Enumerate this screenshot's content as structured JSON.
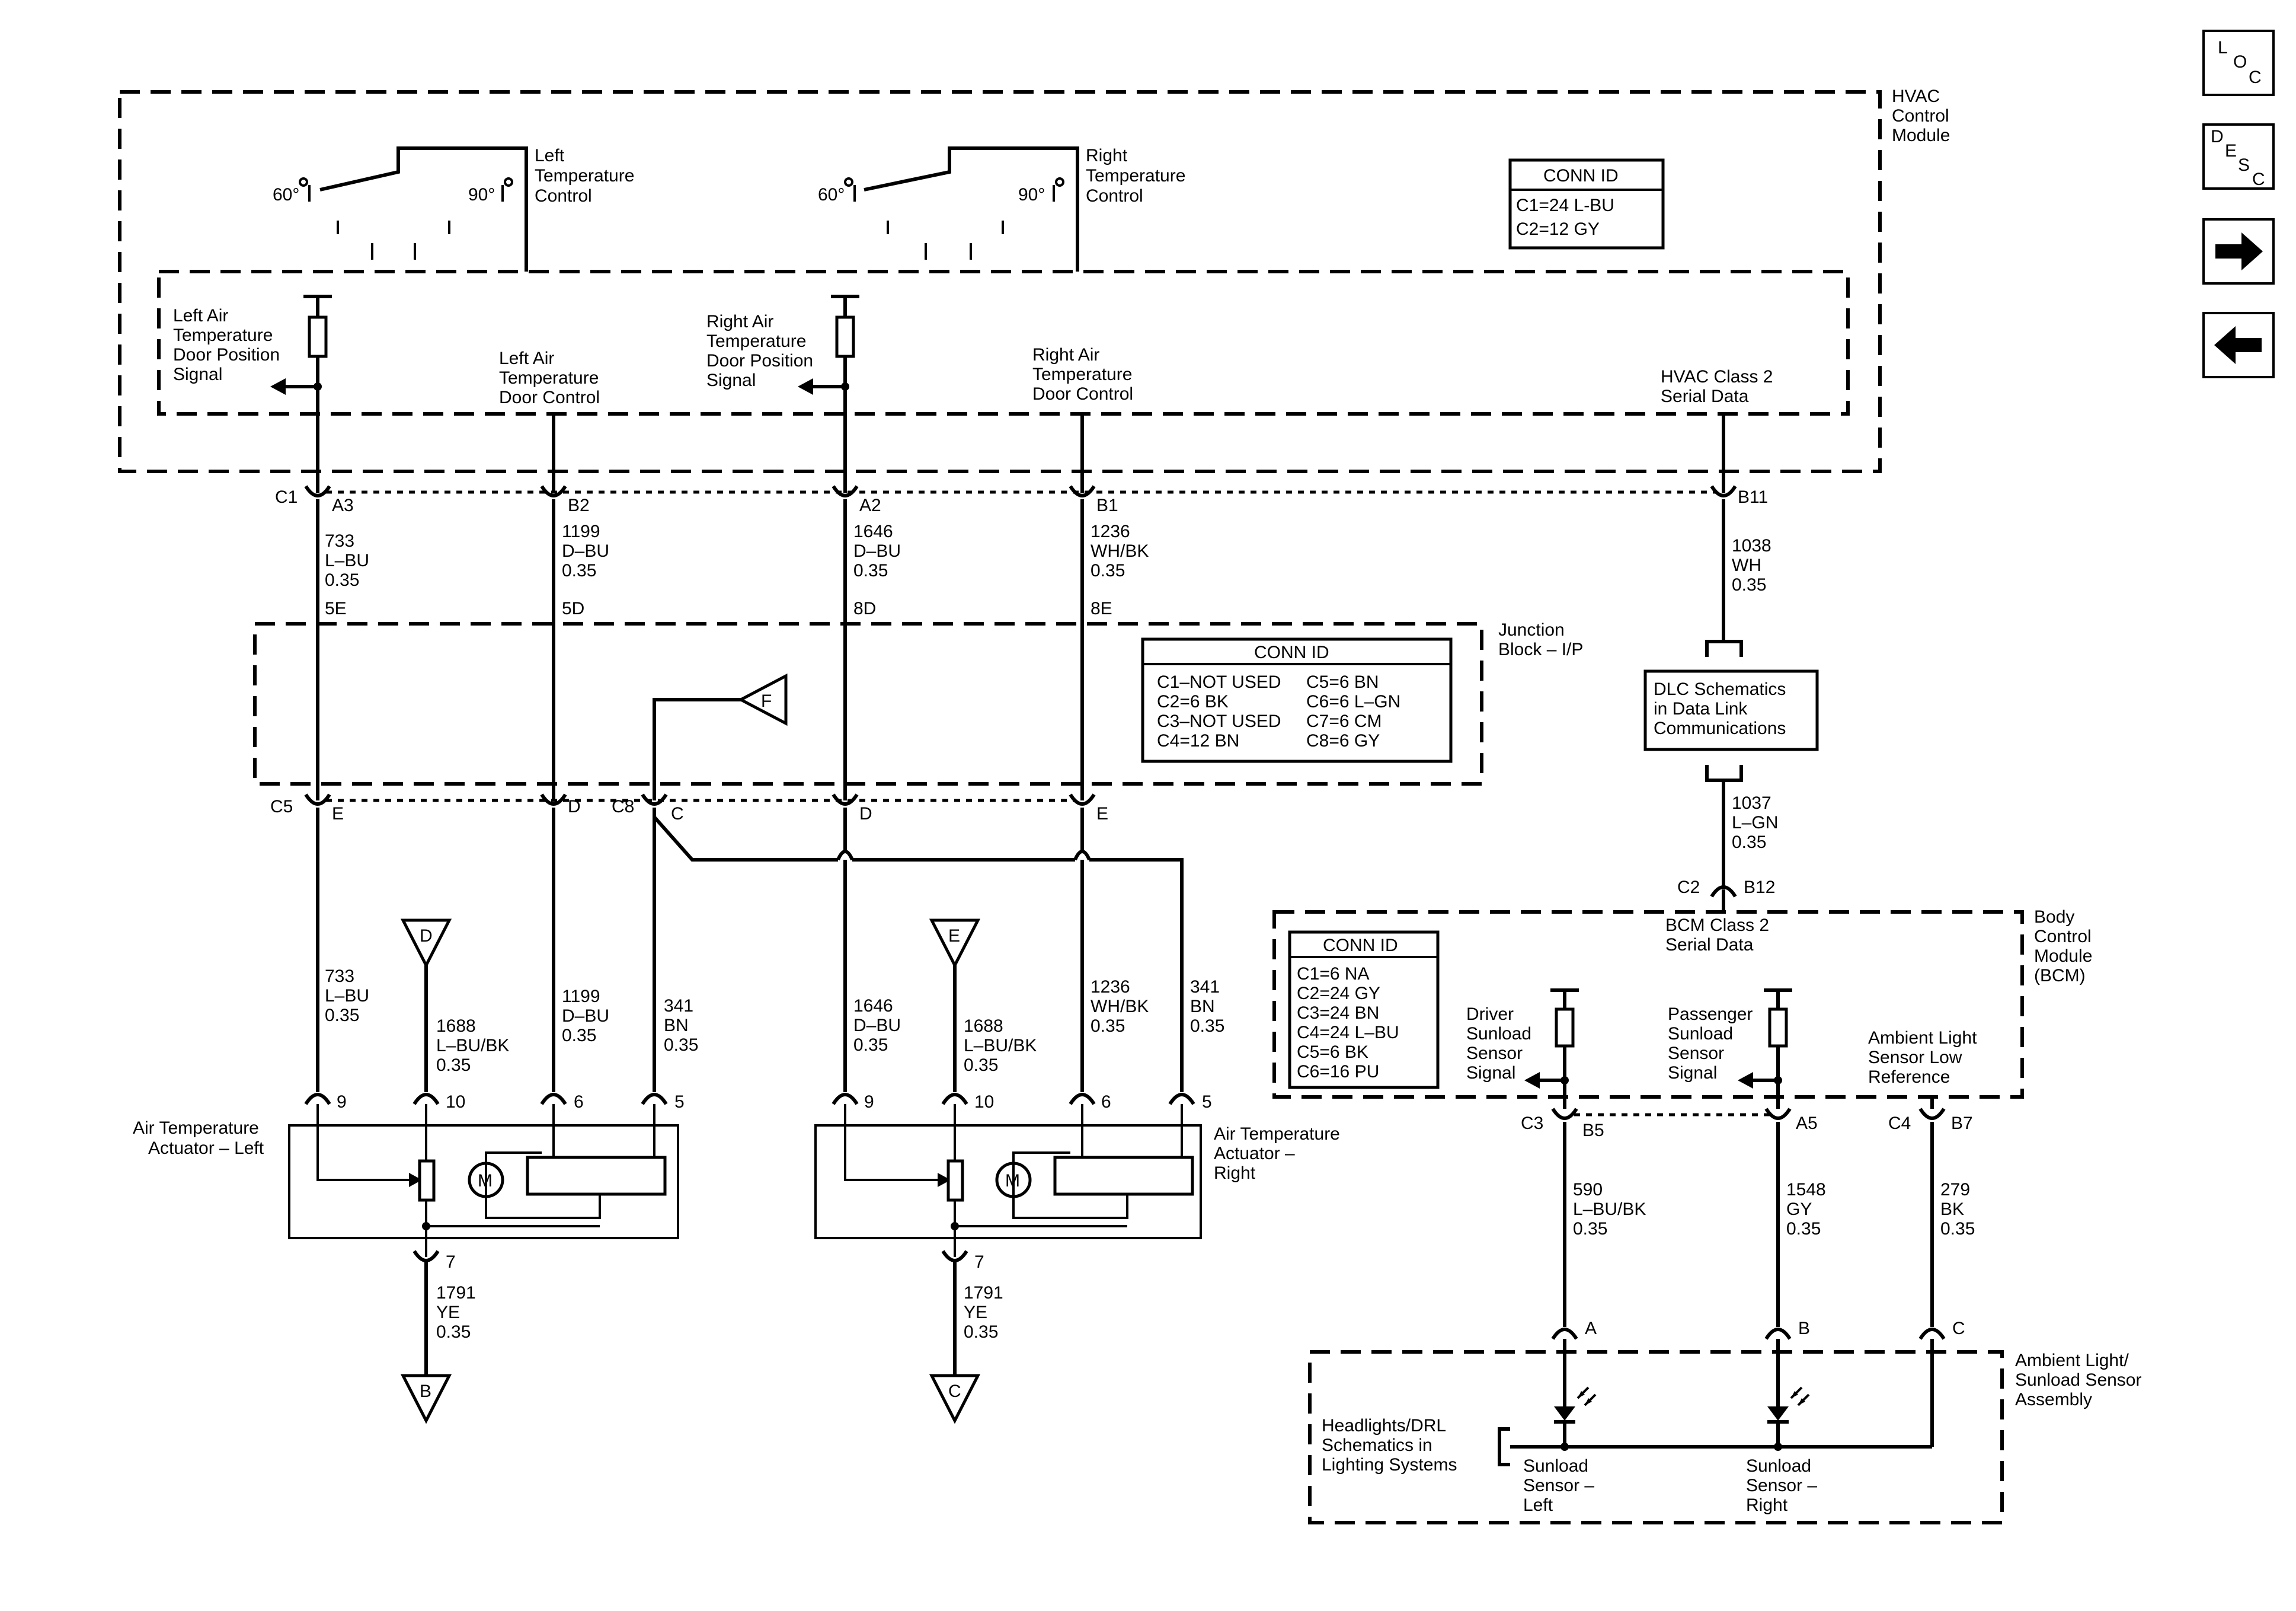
{
  "nav": {
    "loc": [
      "L",
      "O",
      "C"
    ],
    "desc": [
      "D",
      "E",
      "S",
      "C"
    ],
    "next": "right-arrow-icon",
    "prev": "left-arrow-icon"
  },
  "hvac_module": {
    "title": [
      "HVAC",
      "Control",
      "Module"
    ],
    "left_control": [
      "Left",
      "Temperature",
      "Control"
    ],
    "right_control": [
      "Right",
      "Temperature",
      "Control"
    ],
    "t_low": "60°",
    "t_high": "90°",
    "conn_id": {
      "header": "CONN ID",
      "rows": [
        "C1=24 L-BU",
        "C2=12 GY"
      ]
    },
    "left_pos_signal": [
      "Left Air",
      "Temperature",
      "Door Position",
      "Signal"
    ],
    "left_door_control": [
      "Left Air",
      "Temperature",
      "Door Control"
    ],
    "right_pos_signal": [
      "Right Air",
      "Temperature",
      "Door Position",
      "Signal"
    ],
    "right_door_control": [
      "Right Air",
      "Temperature",
      "Door Control"
    ],
    "class2": [
      "HVAC Class 2",
      "Serial Data"
    ]
  },
  "hvac_connectors": {
    "c1": "C1",
    "a3": "A3",
    "b2": "B2",
    "a2": "A2",
    "b1": "B1",
    "b11": "B11"
  },
  "wires_top": {
    "w733": [
      "733",
      "L–BU",
      "0.35"
    ],
    "w1199": [
      "1199",
      "D–BU",
      "0.35"
    ],
    "w1646": [
      "1646",
      "D–BU",
      "0.35"
    ],
    "w1236": [
      "1236",
      "WH/BK",
      "0.35"
    ],
    "w1038": [
      "1038",
      "WH",
      "0.35"
    ]
  },
  "jb_pins_top": [
    "5E",
    "5D",
    "8D",
    "8E"
  ],
  "junction_block": {
    "title": [
      "Junction",
      "Block – I/P"
    ],
    "conn_id": {
      "header": "CONN ID",
      "left": [
        "C1–NOT USED",
        "C2=6 BK",
        "C3–NOT USED",
        "C4=12 BN"
      ],
      "right": [
        "C5=6 BN",
        "C6=6 L–GN",
        "C7=6 CM",
        "C8=6 GY"
      ]
    },
    "offpage_f": "F"
  },
  "jb_connectors": {
    "c5": "C5",
    "e1": "E",
    "d1": "D",
    "c8": "C8",
    "c": "C",
    "d2": "D",
    "e2": "E"
  },
  "dlc": {
    "text": [
      "DLC Schematics",
      "in Data Link",
      "Communications"
    ],
    "w1037": [
      "1037",
      "L–GN",
      "0.35"
    ],
    "c2": "C2",
    "b12": "B12"
  },
  "wires_mid": {
    "w733": [
      "733",
      "L–BU",
      "0.35"
    ],
    "w1688a": [
      "1688",
      "L–BU/BK",
      "0.35"
    ],
    "w1199": [
      "1199",
      "D–BU",
      "0.35"
    ],
    "w341a": [
      "341",
      "BN",
      "0.35"
    ],
    "w1646": [
      "1646",
      "D–BU",
      "0.35"
    ],
    "w1688b": [
      "1688",
      "L–BU/BK",
      "0.35"
    ],
    "w1236": [
      "1236",
      "WH/BK",
      "0.35"
    ],
    "w341b": [
      "341",
      "BN",
      "0.35"
    ],
    "offpage_d": "D",
    "offpage_e": "E"
  },
  "actuator_left": {
    "label": [
      "Air Temperature",
      "Actuator – Left"
    ],
    "pins": [
      "9",
      "10",
      "6",
      "5"
    ],
    "motor": "M",
    "ground_pin": "7",
    "wire": [
      "1791",
      "YE",
      "0.35"
    ],
    "offpage": "B"
  },
  "actuator_right": {
    "label": [
      "Air Temperature",
      "Actuator –",
      "Right"
    ],
    "pins": [
      "9",
      "10",
      "6",
      "5"
    ],
    "motor": "M",
    "ground_pin": "7",
    "wire": [
      "1791",
      "YE",
      "0.35"
    ],
    "offpage": "C"
  },
  "bcm": {
    "title": [
      "Body",
      "Control",
      "Module",
      "(BCM)"
    ],
    "class2": [
      "BCM Class 2",
      "Serial Data"
    ],
    "conn_id": {
      "header": "CONN ID",
      "rows": [
        "C1=6 NA",
        "C2=24 GY",
        "C3=24 BN",
        "C4=24 L–BU",
        "C5=6 BK",
        "C6=16 PU"
      ]
    },
    "driver_signal": [
      "Driver",
      "Sunload",
      "Sensor",
      "Signal"
    ],
    "passenger_signal": [
      "Passenger",
      "Sunload",
      "Sensor",
      "Signal"
    ],
    "ambient_ref": [
      "Ambient Light",
      "Sensor Low",
      "Reference"
    ],
    "pins": {
      "c3": "C3",
      "b5": "B5",
      "a5": "A5",
      "c4": "C4",
      "b7": "B7"
    }
  },
  "wires_bcm": {
    "w590": [
      "590",
      "L–BU/BK",
      "0.35"
    ],
    "w1548": [
      "1548",
      "GY",
      "0.35"
    ],
    "w279": [
      "279",
      "BK",
      "0.35"
    ]
  },
  "sensor_assembly": {
    "title": [
      "Ambient Light/",
      "Sunload Sensor",
      "Assembly"
    ],
    "pins": [
      "A",
      "B",
      "C"
    ],
    "headlights": [
      "Headlights/DRL",
      "Schematics in",
      "Lighting Systems"
    ],
    "left": [
      "Sunload",
      "Sensor –",
      "Left"
    ],
    "right": [
      "Sunload",
      "Sensor –",
      "Right"
    ]
  }
}
